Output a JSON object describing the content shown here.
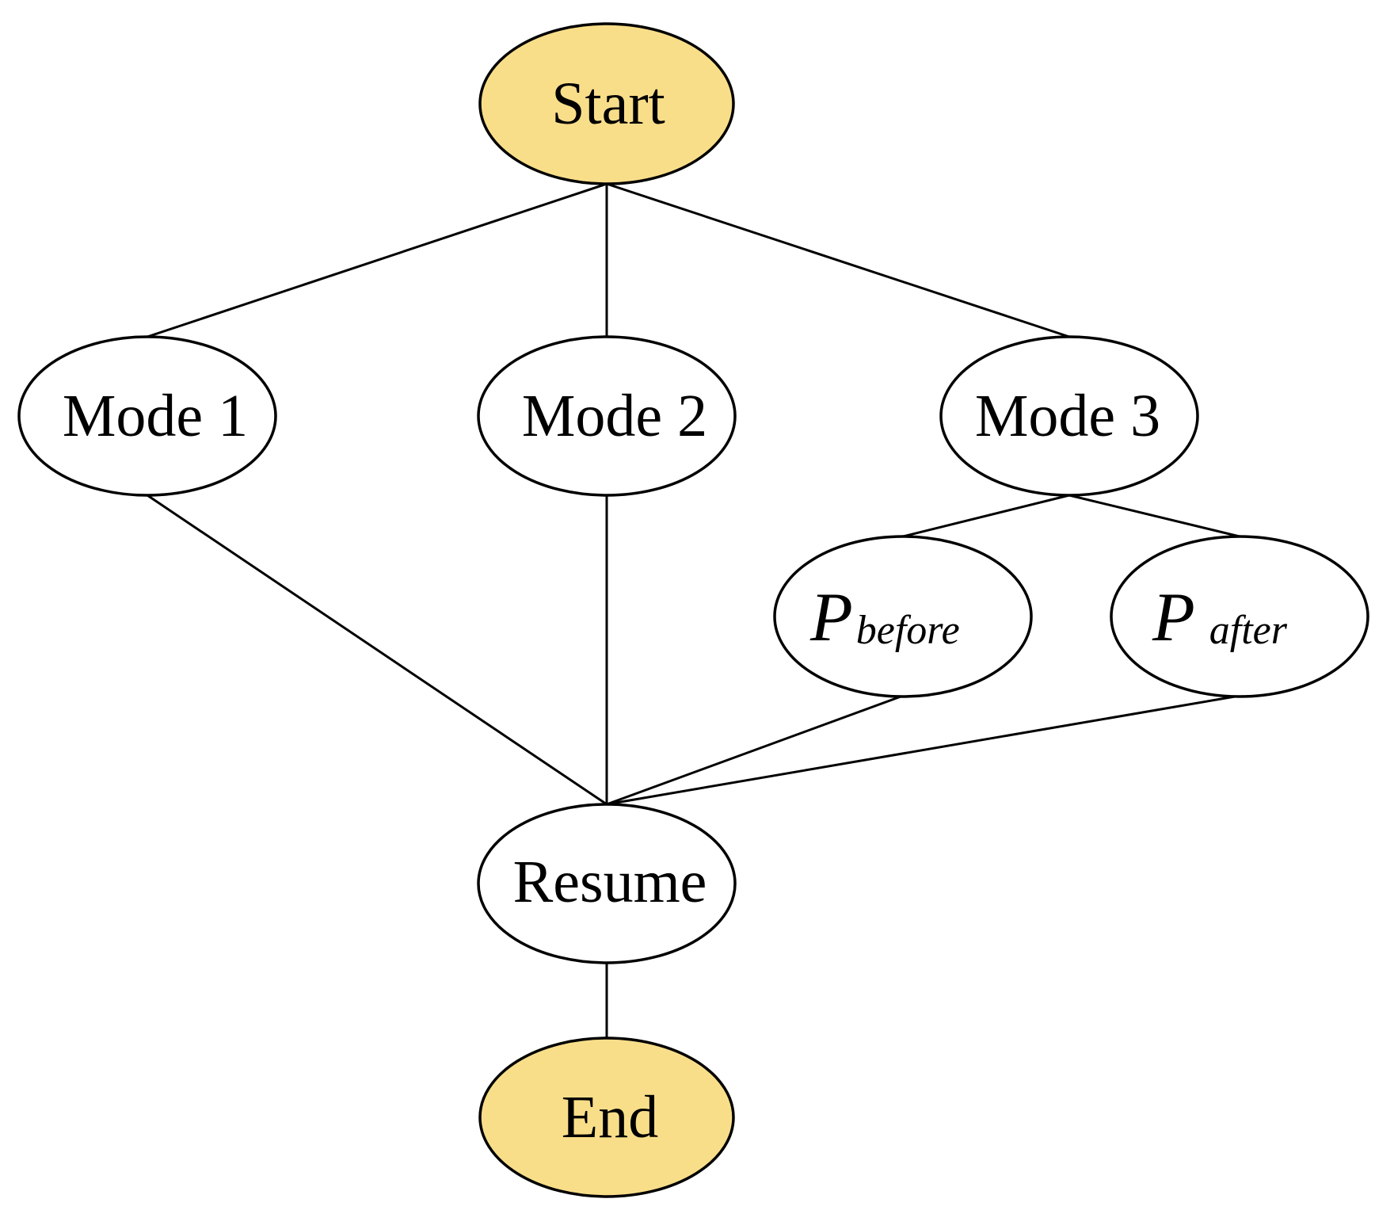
{
  "colors": {
    "terminal_fill": "#F9DE8A",
    "node_fill": "#FFFFFF",
    "stroke": "#000000"
  },
  "nodes": {
    "start": {
      "label": "Start",
      "kind": "terminal"
    },
    "mode1": {
      "label": "Mode 1",
      "kind": "process"
    },
    "mode2": {
      "label": "Mode 2",
      "kind": "process"
    },
    "mode3": {
      "label": "Mode 3",
      "kind": "process"
    },
    "p_before": {
      "symbol": "P",
      "subscript": "before",
      "kind": "process"
    },
    "p_after": {
      "symbol": "P",
      "subscript": "after",
      "kind": "process"
    },
    "resume": {
      "label": "Resume",
      "kind": "process"
    },
    "end": {
      "label": "End",
      "kind": "terminal"
    }
  },
  "edges": [
    {
      "from": "start",
      "to": "mode1"
    },
    {
      "from": "start",
      "to": "mode2"
    },
    {
      "from": "start",
      "to": "mode3"
    },
    {
      "from": "mode3",
      "to": "p_before"
    },
    {
      "from": "mode3",
      "to": "p_after"
    },
    {
      "from": "mode1",
      "to": "resume"
    },
    {
      "from": "mode2",
      "to": "resume"
    },
    {
      "from": "p_before",
      "to": "resume"
    },
    {
      "from": "p_after",
      "to": "resume"
    },
    {
      "from": "resume",
      "to": "end"
    }
  ]
}
